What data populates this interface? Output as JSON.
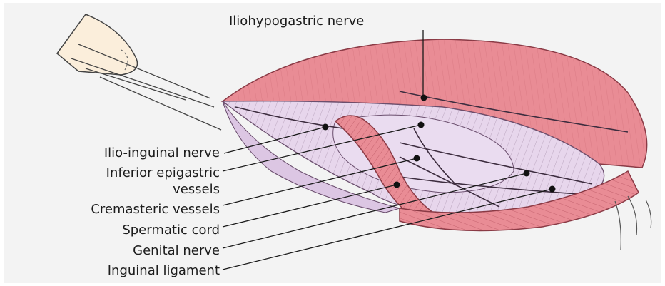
{
  "labels": {
    "iliohypogastric": "Iliohypogastric nerve",
    "ilio_inguinal": "Ilio-inguinal nerve",
    "inferior_epigastric_line1": "Inferior epigastric",
    "inferior_epigastric_line2": "vessels",
    "cremasteric": "Cremasteric vessels",
    "spermatic_cord": "Spermatic cord",
    "genital_nerve": "Genital nerve",
    "inguinal_ligament": "Inguinal ligament"
  },
  "colors": {
    "background": "#f3f3f3",
    "muscle_pink": "#e98c95",
    "muscle_dark": "#c45f6b",
    "fascia_lilac": "#e7d6ec",
    "fascia_line": "#6b4f6e",
    "skin": "#fbeedb",
    "leader": "#1a1a1a"
  }
}
